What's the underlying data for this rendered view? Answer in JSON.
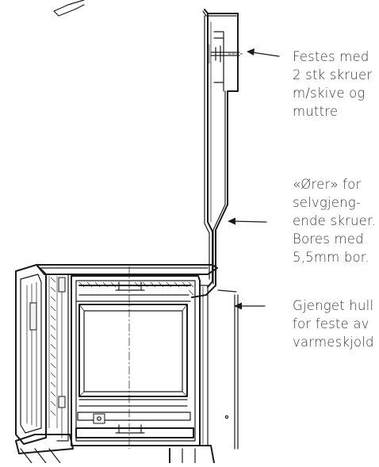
{
  "callouts": [
    {
      "id": "festes",
      "lines": [
        "Festes med",
        "2 stk skruer",
        "m/skive og",
        "muttre"
      ]
    },
    {
      "id": "orer",
      "lines": [
        "«Ører» for",
        "selvgjeng-",
        "ende skruer.",
        "Bores med",
        "5,5mm bor."
      ]
    },
    {
      "id": "gjenget",
      "lines": [
        "Gjenget hull",
        "for feste av",
        "varmeskjold"
      ]
    }
  ]
}
